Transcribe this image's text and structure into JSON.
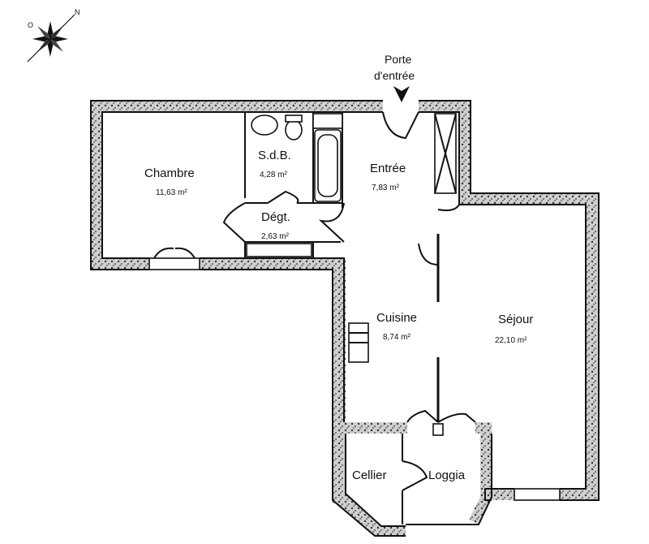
{
  "entrance": {
    "label_line1": "Porte",
    "label_line2": "d'entrée"
  },
  "rooms": {
    "chambre": {
      "name": "Chambre",
      "area": "11,63 m²"
    },
    "sdb": {
      "name": "S.d.B.",
      "area": "4,28 m²"
    },
    "entree": {
      "name": "Entrée",
      "area": "7,83 m²"
    },
    "degt": {
      "name": "Dégt.",
      "area": "2,63 m²"
    },
    "cuisine": {
      "name": "Cuisine",
      "area": "8,74 m²"
    },
    "sejour": {
      "name": "Séjour",
      "area": "22,10 m²"
    },
    "cellier": {
      "name": "Cellier",
      "area": ""
    },
    "loggia": {
      "name": "Loggia",
      "area": ""
    }
  },
  "compass": {
    "north": "N",
    "west": "O"
  },
  "colors": {
    "ink": "#111111",
    "wall_fill": "#d9d9d9",
    "background": "#ffffff"
  }
}
